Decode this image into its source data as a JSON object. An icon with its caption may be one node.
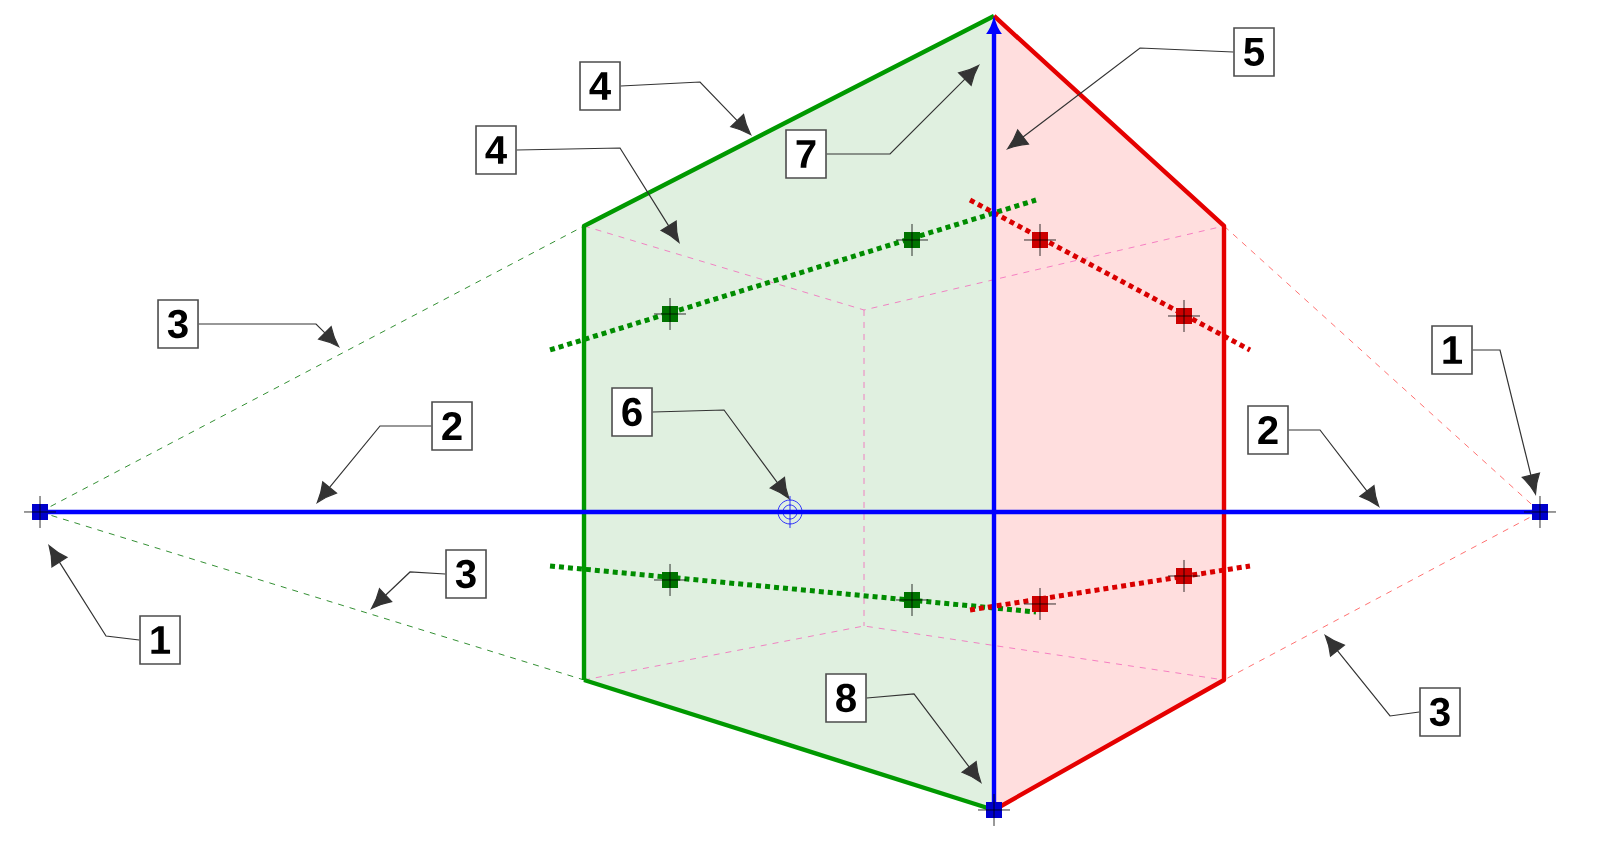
{
  "diagram": {
    "nodes": [
      {
        "text": [
          "4"
        ]
      },
      {
        "text": [
          "5"
        ]
      },
      {
        "text": [
          "4"
        ]
      },
      {
        "text": [
          "7"
        ]
      },
      {
        "text": [
          "3"
        ]
      },
      {
        "text": [
          "1"
        ]
      },
      {
        "text": [
          "6"
        ]
      },
      {
        "text": [
          "2"
        ]
      },
      {
        "text": [
          "2"
        ]
      },
      {
        "text": [
          "3"
        ]
      },
      {
        "text": [
          "1"
        ]
      },
      {
        "text": [
          "8"
        ]
      },
      {
        "text": [
          "3"
        ]
      }
    ],
    "edges": [
      {
        "from": 0,
        "to": null,
        "arrow": "to"
      },
      {
        "from": 1,
        "to": null,
        "arrow": "to"
      },
      {
        "from": 2,
        "to": null,
        "arrow": "to"
      },
      {
        "from": 3,
        "to": null,
        "arrow": "to"
      },
      {
        "from": 4,
        "to": null,
        "arrow": "to"
      },
      {
        "from": 5,
        "to": null,
        "arrow": "to"
      },
      {
        "from": 6,
        "to": null,
        "arrow": "to"
      },
      {
        "from": 7,
        "to": null,
        "arrow": "to"
      },
      {
        "from": 8,
        "to": null,
        "arrow": "to"
      },
      {
        "from": 9,
        "to": null,
        "arrow": "to"
      },
      {
        "from": 10,
        "to": null,
        "arrow": "to"
      },
      {
        "from": 11,
        "to": null,
        "arrow": "to"
      },
      {
        "from": 12,
        "to": null,
        "arrow": "to"
      }
    ]
  }
}
